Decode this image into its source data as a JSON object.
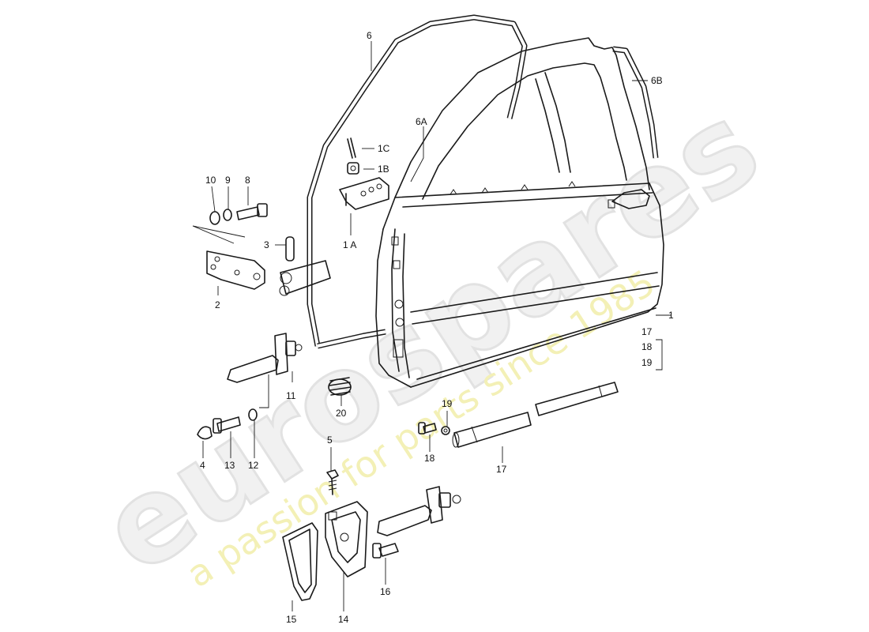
{
  "watermark": {
    "brand": "eurospares",
    "tagline": "a passion for parts since 1985"
  },
  "labels": {
    "p1": "1",
    "p1a": "1 A",
    "p1b": "1B",
    "p1c": "1C",
    "p2": "2",
    "p3": "3",
    "p4": "4",
    "p5": "5",
    "p6": "6",
    "p6a": "6A",
    "p6b": "6B",
    "p8": "8",
    "p9": "9",
    "p10": "10",
    "p11": "11",
    "p12": "12",
    "p13": "13",
    "p14": "14",
    "p15": "15",
    "p16": "16",
    "p17a": "17",
    "p18a": "18",
    "p19a": "19",
    "p17b": "17",
    "p18b": "18",
    "p19b": "19",
    "p20": "20"
  }
}
